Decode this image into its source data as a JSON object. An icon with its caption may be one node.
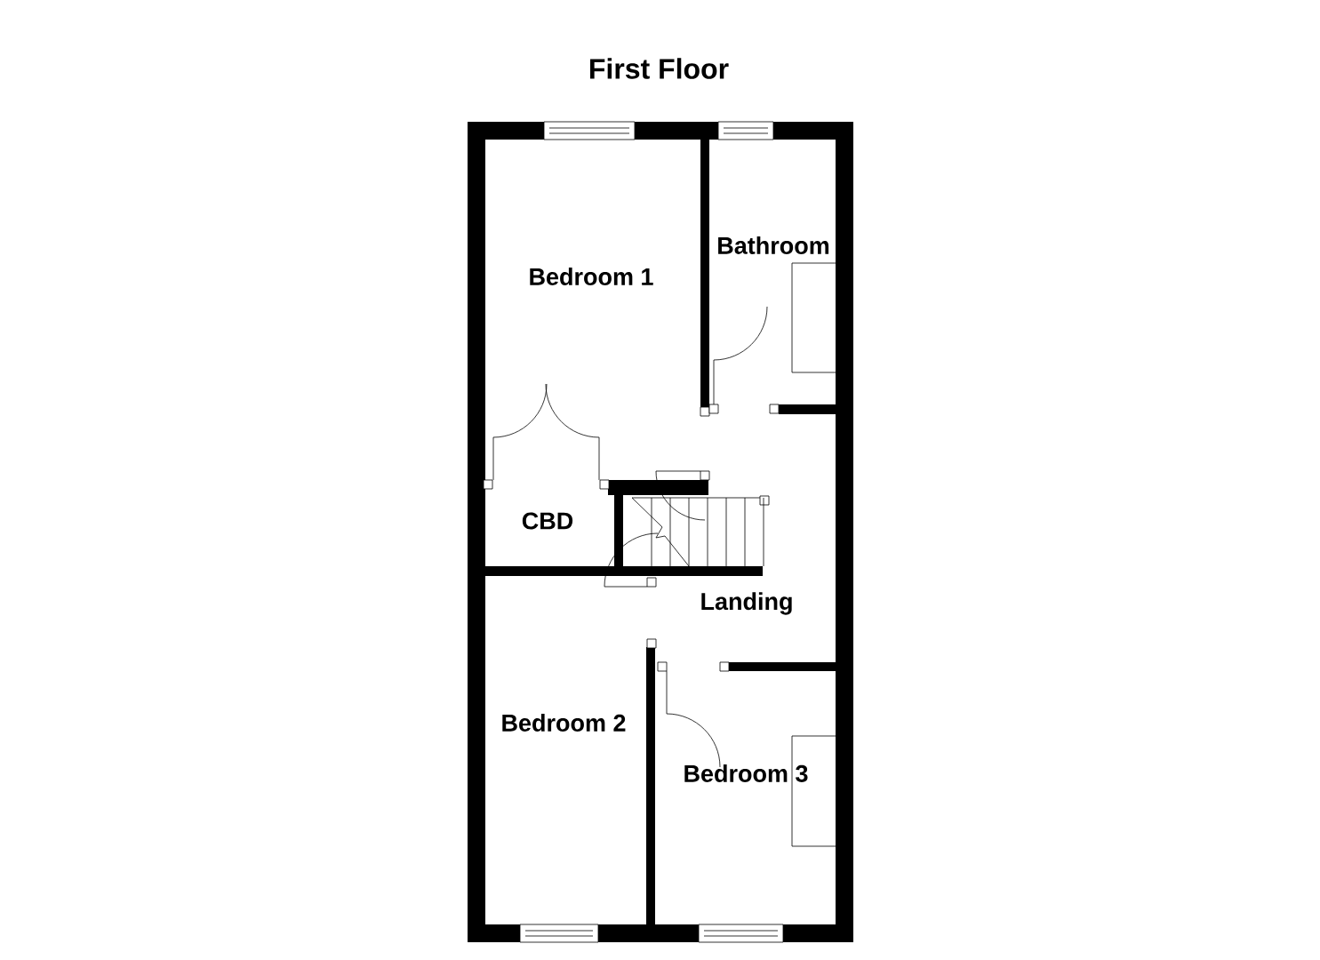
{
  "diagram": {
    "title": "First Floor",
    "labels": [
      "Bedroom 1",
      "Bathroom",
      "CBD",
      "Landing",
      "Bedroom 2",
      "Bedroom 3"
    ]
  }
}
